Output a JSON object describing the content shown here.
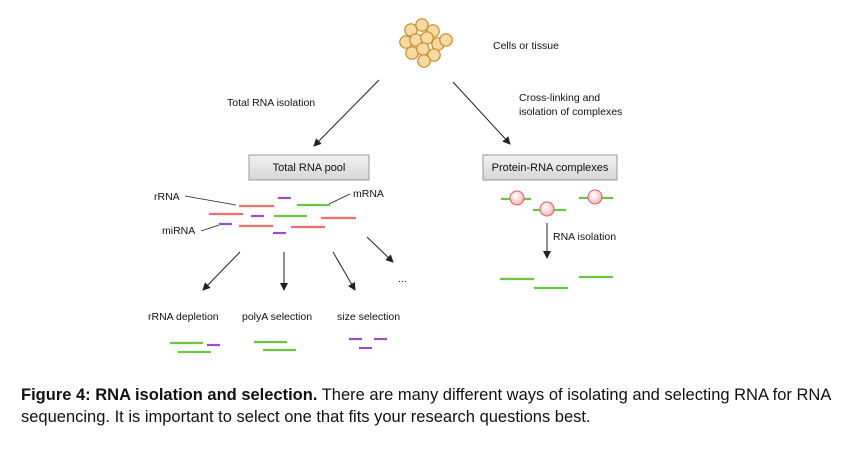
{
  "diagram": {
    "source_label": "Cells or tissue",
    "left_branch_label": "Total RNA isolation",
    "right_branch_label_line1": "Cross-linking and",
    "right_branch_label_line2": "isolation of complexes",
    "left_box": "Total RNA pool",
    "right_box": "Protein-RNA complexes",
    "rrna_label": "rRNA",
    "mrna_label": "mRNA",
    "mirna_label": "miRNA",
    "ellipsis": "...",
    "methods": [
      "rRNA depletion",
      "polyA selection",
      "size selection"
    ],
    "right_step_label": "RNA isolation"
  },
  "colors": {
    "rrna": "#f26d6d",
    "mrna": "#6cc644",
    "mirna": "#9b4fc4",
    "cell_fill": "#f6d9a4",
    "cell_stroke": "#c98a22",
    "protein_fill": "#f6b6b6",
    "box_fill": "#d6d6d6",
    "box_stroke": "#9a9a9a"
  },
  "caption": {
    "bold": "Figure 4: RNA isolation and selection.",
    "text": " There are many different ways of isolating and selecting RNA for RNA sequencing. It is important to select one that fits your research questions best."
  }
}
